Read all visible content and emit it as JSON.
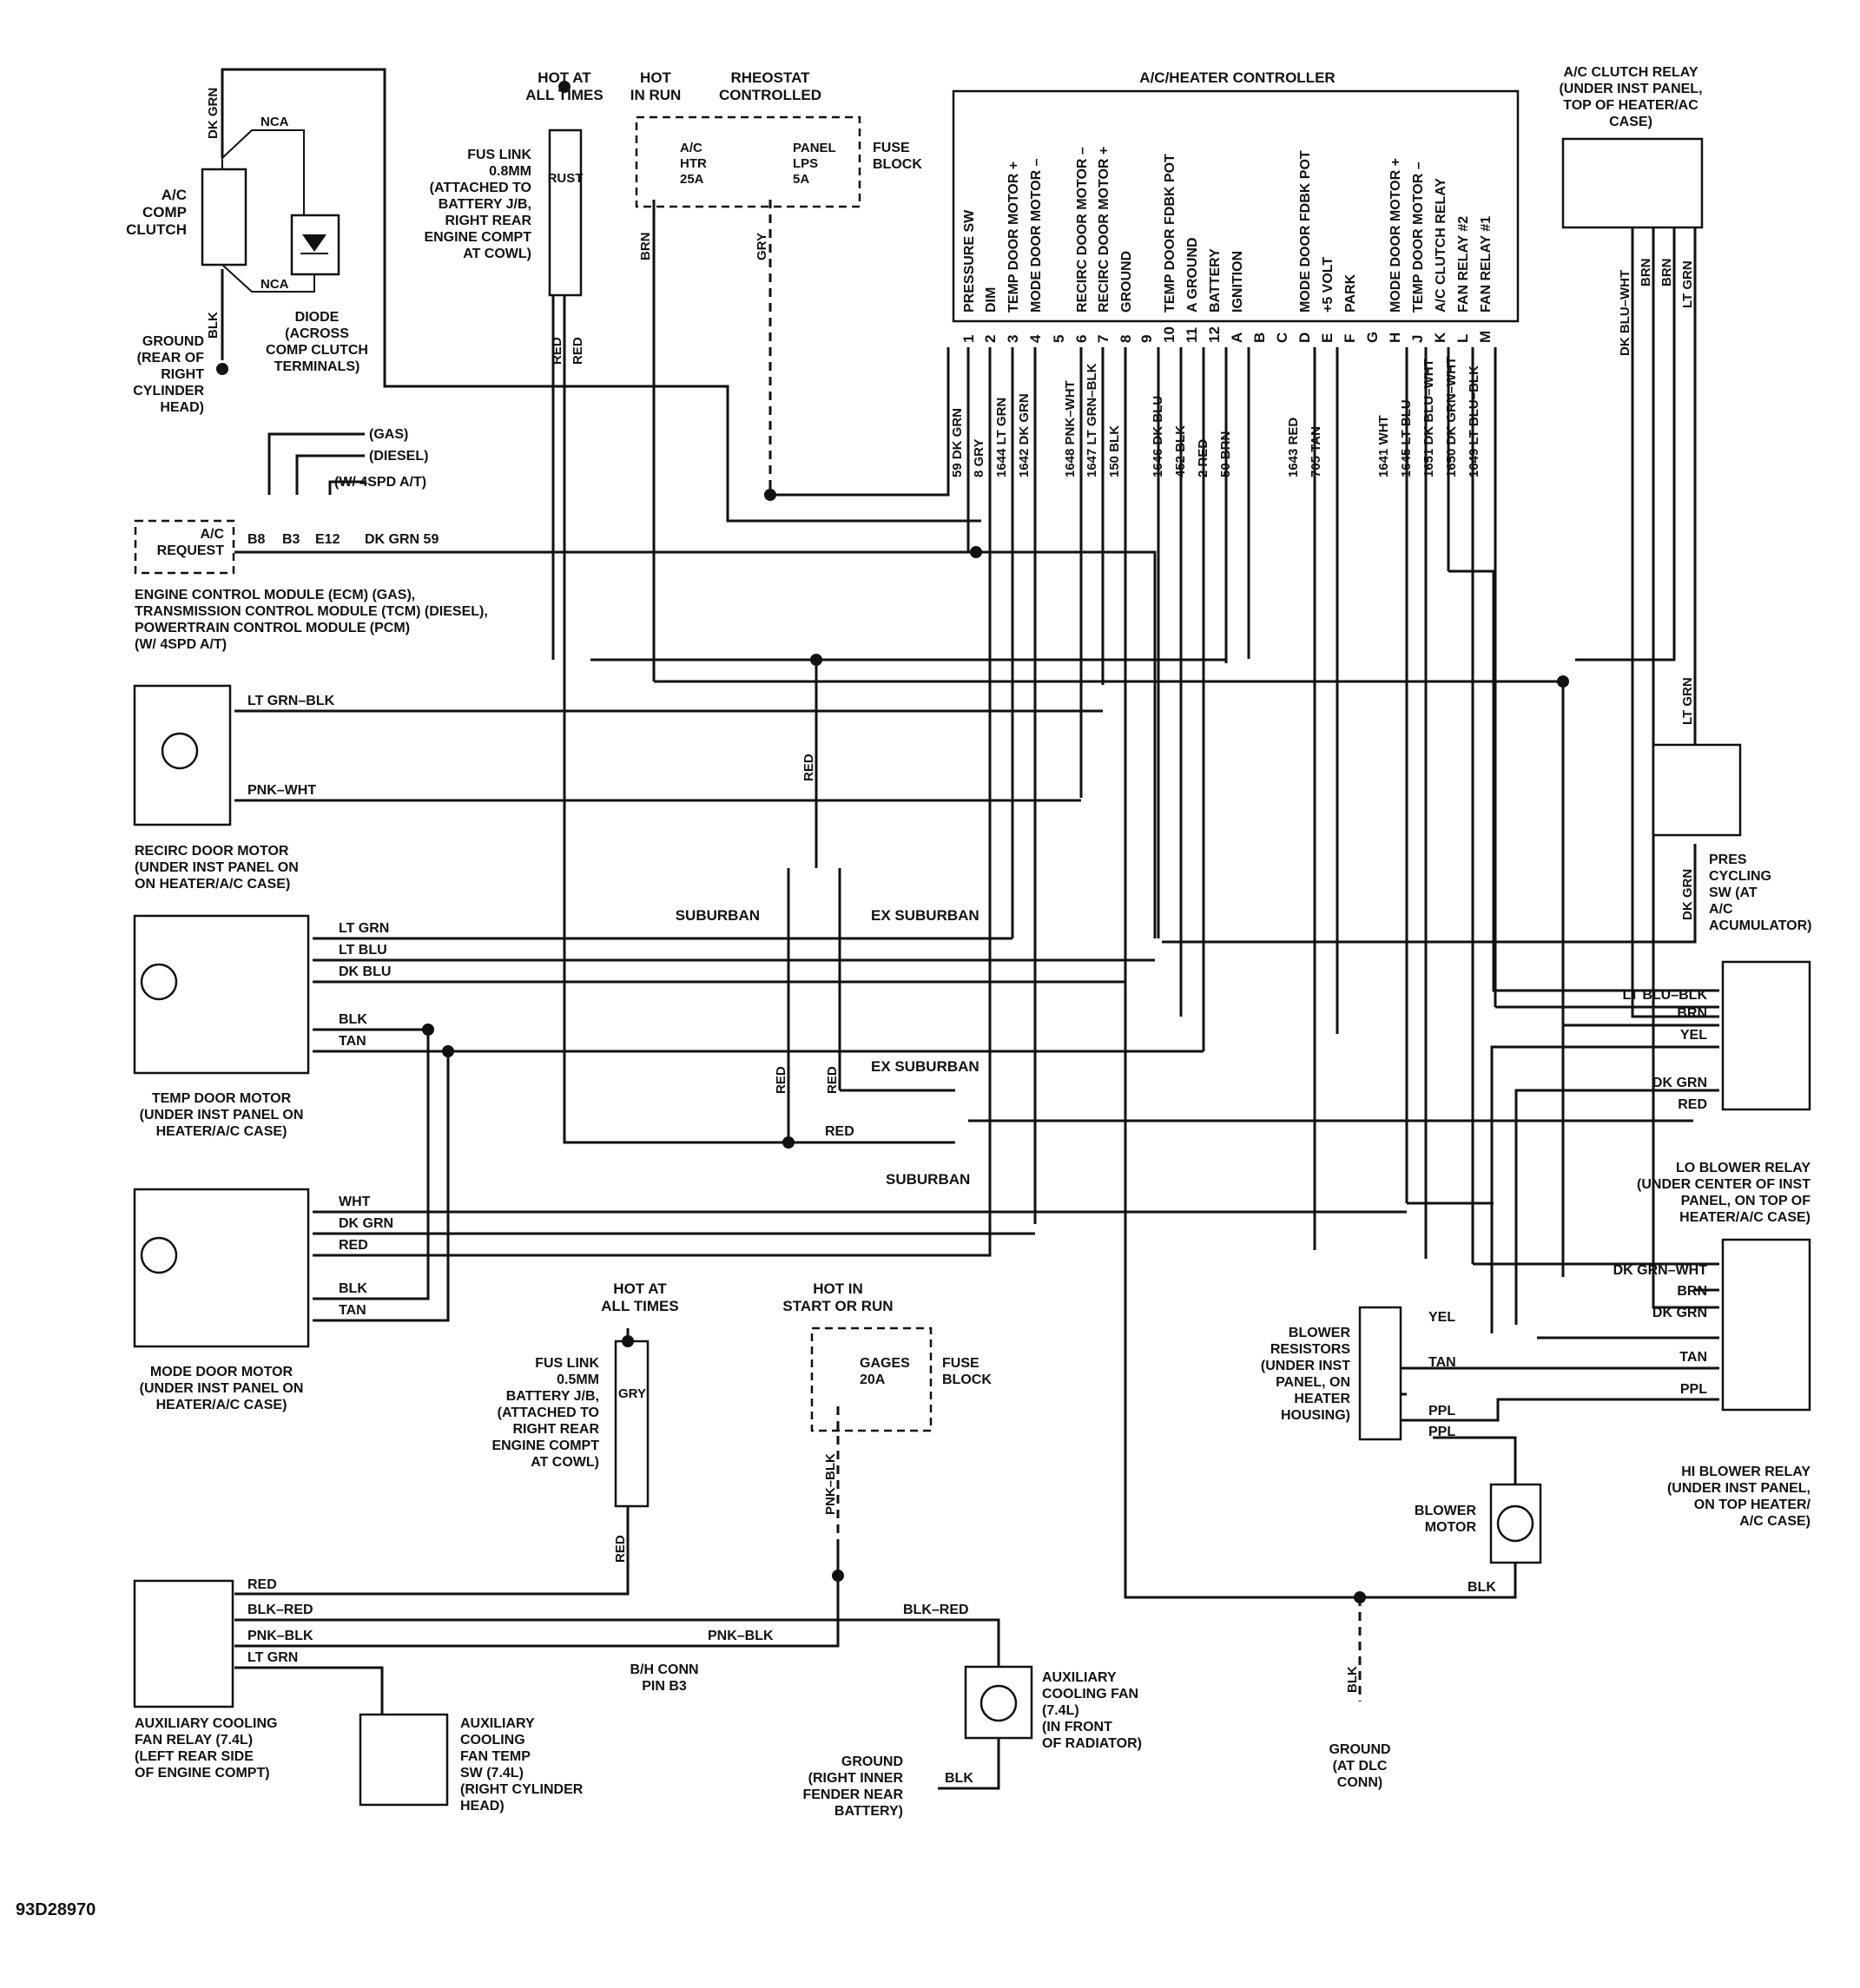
{
  "controller": {
    "title": "A/C/HEATER CONTROLLER",
    "functions": [
      "PRESSURE SW",
      "DIM",
      "TEMP DOOR MOTOR +",
      "MODE DOOR MOTOR –",
      "",
      "RECIRC DOOR MOTOR –",
      "RECIRC DOOR MOTOR +",
      "GROUND",
      "",
      "TEMP DOOR FDBK POT",
      "A GROUND",
      "BATTERY",
      "IGNITION",
      "",
      "",
      "MODE DOOR FDBK POT",
      "+5 VOLT",
      "PARK",
      "",
      "MODE DOOR MOTOR +",
      "TEMP DOOR MOTOR –",
      "A/C CLUTCH RELAY",
      "FAN RELAY #2",
      "FAN RELAY #1"
    ],
    "pins": [
      "1",
      "2",
      "3",
      "4",
      "5",
      "6",
      "7",
      "8",
      "9",
      "10",
      "11",
      "12",
      "A",
      "B",
      "C",
      "D",
      "E",
      "F",
      "G",
      "H",
      "J",
      "K",
      "L",
      "M"
    ],
    "wires": [
      "59 DK GRN",
      "8 GRY",
      "1644 LT GRN",
      "1642 DK GRN",
      "",
      "1648 PNK–WHT",
      "1647 LT GRN–BLK",
      "150 BLK",
      "",
      "1646 DK BLU",
      "452 BLK",
      "2 RED",
      "50 BRN",
      "",
      "",
      "1643 RED",
      "705 TAN",
      "",
      "",
      "1641 WHT",
      "1645 LT BLU",
      "1651 DK BLU–WHT",
      "1650 DK GRN–WHT",
      "1649 LT BLU–BLK"
    ]
  },
  "comp_clutch": {
    "label": "A/C\nCOMP\nCLUTCH",
    "wire_top": "DK GRN",
    "wire_bottom": "BLK",
    "nca_top": "NCA",
    "nca_bottom": "NCA",
    "diode": "DIODE\n(ACROSS\nCOMP CLUTCH\nTERMINALS)",
    "ground": "GROUND\n(REAR OF\nRIGHT\nCYLINDER\nHEAD)"
  },
  "power_top": {
    "hot_all_times": "HOT AT\nALL TIMES",
    "hot_in_run": "HOT\nIN RUN",
    "rheostat": "RHEOSTAT\nCONTROLLED",
    "fus_link": "FUS LINK\n0.8MM\n(ATTACHED TO\nBATTERY J/B,\nRIGHT REAR\nENGINE COMPT\nAT COWL)",
    "fus_color": "RUST",
    "fuse1": "A/C\nHTR\n25A",
    "fuse2": "PANEL\nLPS\n5A",
    "fuse_block": "FUSE\nBLOCK",
    "wire_brn": "BRN",
    "wire_gry": "GRY",
    "wire_red1": "RED",
    "wire_red2": "RED"
  },
  "ecm": {
    "gas": "(GAS)",
    "diesel": "(DIESEL)",
    "w4spd": "(W/ 4SPD A/T)",
    "request": "A/C\nREQUEST",
    "pins": [
      "B8",
      "B3",
      "E12"
    ],
    "wire": "DK GRN 59",
    "label": "ENGINE CONTROL MODULE (ECM) (GAS),\nTRANSMISSION CONTROL MODULE (TCM) (DIESEL),\nPOWERTRAIN CONTROL MODULE (PCM)\n(W/ 4SPD A/T)"
  },
  "recirc_motor": {
    "wire1": "LT GRN–BLK",
    "wire2": "PNK–WHT",
    "label": "RECIRC DOOR MOTOR\n(UNDER INST PANEL ON\nON HEATER/A/C CASE)"
  },
  "center": {
    "red_v": "RED",
    "suburban": "SUBURBAN",
    "ex_suburban": "EX SUBURBAN",
    "red_a": "RED",
    "red_b": "RED",
    "red_h": "RED",
    "ex_suburban2": "EX SUBURBAN",
    "suburban2": "SUBURBAN"
  },
  "temp_motor": {
    "wires": [
      "LT GRN",
      "LT BLU",
      "DK BLU",
      "BLK",
      "TAN"
    ],
    "label": "TEMP DOOR MOTOR\n(UNDER INST PANEL ON\nHEATER/A/C CASE)"
  },
  "mode_motor": {
    "wires": [
      "WHT",
      "DK GRN",
      "RED",
      "BLK",
      "TAN"
    ],
    "label": "MODE DOOR MOTOR\n(UNDER INST PANEL ON\nHEATER/A/C CASE)"
  },
  "clutch_relay": {
    "label": "A/C CLUTCH RELAY\n(UNDER INST PANEL,\nTOP OF HEATER/AC\nCASE)",
    "wires": [
      "DK BLU–WHT",
      "BRN",
      "BRN",
      "LT GRN"
    ]
  },
  "pres_switch": {
    "wire_top": "LT GRN",
    "wire_bottom": "DK GRN",
    "label": "PRES\nCYCLING\nSW (AT\nA/C\nACUMULATOR)"
  },
  "lo_relay": {
    "wires": [
      "LT BLU–BLK",
      "BRN",
      "YEL",
      "DK GRN",
      "RED"
    ],
    "label": "LO BLOWER RELAY\n(UNDER CENTER OF INST\nPANEL, ON TOP OF\nHEATER/A/C CASE)"
  },
  "hi_relay": {
    "wires": [
      "DK GRN–WHT",
      "BRN",
      "DK GRN",
      "TAN",
      "PPL"
    ],
    "label": "HI BLOWER RELAY\n(UNDER INST PANEL,\nON TOP HEATER/\nA/C CASE)"
  },
  "resistors": {
    "label": "BLOWER\nRESISTORS\n(UNDER INST\nPANEL, ON\nHEATER\nHOUSING)",
    "wires": [
      "YEL",
      "TAN",
      "PPL",
      "PPL"
    ]
  },
  "blower": {
    "label": "BLOWER\nMOTOR",
    "wire": "BLK",
    "gnd_wire": "BLK",
    "ground": "GROUND\n(AT DLC\nCONN)"
  },
  "power_bottom": {
    "hot_all_times": "HOT AT\nALL TIMES",
    "fus_link": "FUS LINK\n0.5MM\nBATTERY J/B,\n(ATTACHED TO\nRIGHT REAR\nENGINE COMPT\nAT COWL)",
    "fus_color": "GRY",
    "wire_red": "RED",
    "hot_start_run": "HOT IN\nSTART OR RUN",
    "fuse": "GAGES\n20A",
    "fuse_block": "FUSE\nBLOCK",
    "wire_pnk": "PNK–BLK"
  },
  "aux_relay": {
    "wires": [
      "RED",
      "BLK–RED",
      "PNK–BLK",
      "LT GRN"
    ],
    "label": "AUXILIARY COOLING\nFAN RELAY (7.4L)\n(LEFT REAR SIDE\nOF ENGINE COMPT)",
    "conn_wire": "PNK–BLK",
    "conn_label": "B/H CONN\nPIN B3",
    "wire_blkred": "BLK–RED"
  },
  "aux_sw": {
    "label": "AUXILIARY\nCOOLING\nFAN TEMP\nSW (7.4L)\n(RIGHT CYLINDER\nHEAD)"
  },
  "aux_fan": {
    "label": "AUXILIARY\nCOOLING FAN\n(7.4L)\n(IN FRONT\nOF RADIATOR)",
    "gnd_wire": "BLK",
    "ground": "GROUND\n(RIGHT INNER\nFENDER NEAR\nBATTERY)"
  },
  "figure_id": "93D28970"
}
